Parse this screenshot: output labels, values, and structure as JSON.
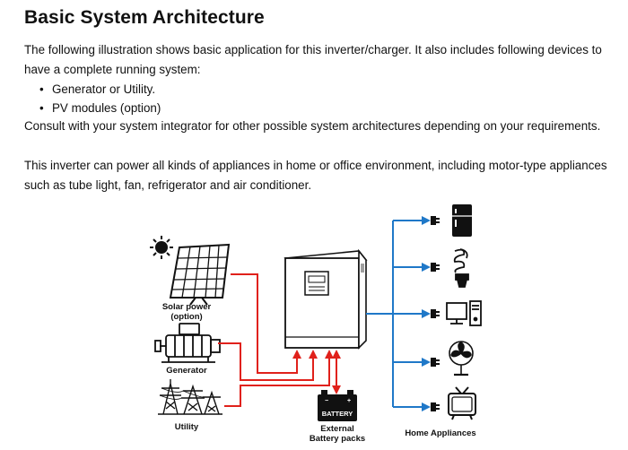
{
  "heading": "Basic System Architecture",
  "intro_line1": "The following illustration shows basic application for this inverter/charger. It also includes following devices to",
  "intro_line2": "have a complete running system:",
  "bullets": [
    "Generator or Utility.",
    "PV modules (option)"
  ],
  "consult": "Consult with your system integrator for other possible system architectures depending on your requirements.",
  "appliances_line1": "This inverter can power all kinds of appliances in home or office environment, including motor-type appliances",
  "appliances_line2": "such as tube light, fan, refrigerator and air conditioner.",
  "diagram": {
    "solar_label_1": "Solar power",
    "solar_label_2": "(option)",
    "generator_label": "Generator",
    "utility_label": "Utility",
    "battery_text": "BATTERY",
    "battery_label_1": "External",
    "battery_label_2": "Battery packs",
    "home_label": "Home Appliances",
    "colors": {
      "ac_input": "#e0211b",
      "ac_output": "#1f78c8",
      "outline": "#1a1a1a"
    }
  }
}
